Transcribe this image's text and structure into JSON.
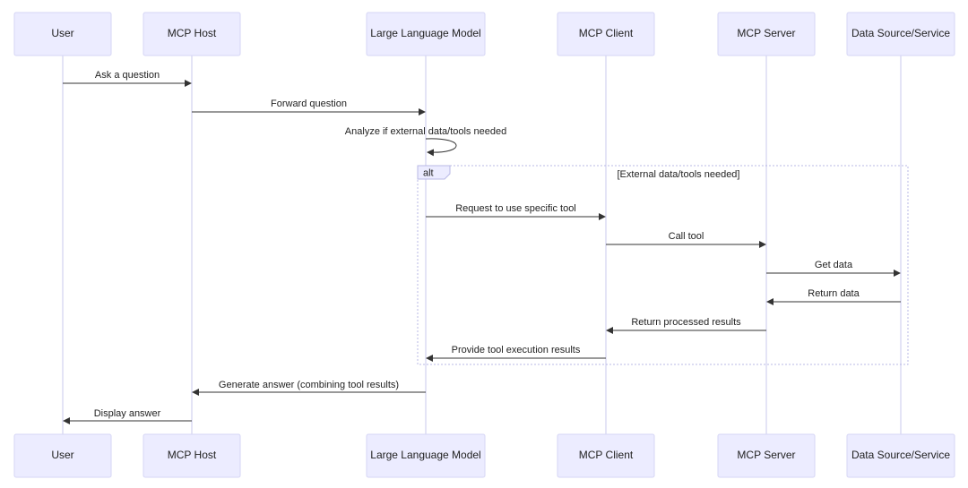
{
  "participants": [
    {
      "id": "user",
      "label": "User"
    },
    {
      "id": "host",
      "label": "MCP Host"
    },
    {
      "id": "llm",
      "label": "Large Language Model"
    },
    {
      "id": "client",
      "label": "MCP Client"
    },
    {
      "id": "server",
      "label": "MCP Server"
    },
    {
      "id": "data",
      "label": "Data Source/Service"
    }
  ],
  "messages": [
    {
      "from": "user",
      "to": "host",
      "label": "Ask a question"
    },
    {
      "from": "host",
      "to": "llm",
      "label": "Forward question"
    },
    {
      "from": "llm",
      "to": "llm",
      "label": "Analyze if external data/tools needed"
    },
    {
      "from": "llm",
      "to": "client",
      "label": "Request to use specific tool"
    },
    {
      "from": "client",
      "to": "server",
      "label": "Call tool"
    },
    {
      "from": "server",
      "to": "data",
      "label": "Get data"
    },
    {
      "from": "data",
      "to": "server",
      "label": "Return data"
    },
    {
      "from": "server",
      "to": "client",
      "label": "Return processed results"
    },
    {
      "from": "client",
      "to": "llm",
      "label": "Provide tool execution results"
    },
    {
      "from": "llm",
      "to": "host",
      "label": "Generate answer (combining tool results)"
    },
    {
      "from": "host",
      "to": "user",
      "label": "Display answer"
    }
  ],
  "alt_block": {
    "tag": "alt",
    "condition": "[External data/tools needed]"
  }
}
